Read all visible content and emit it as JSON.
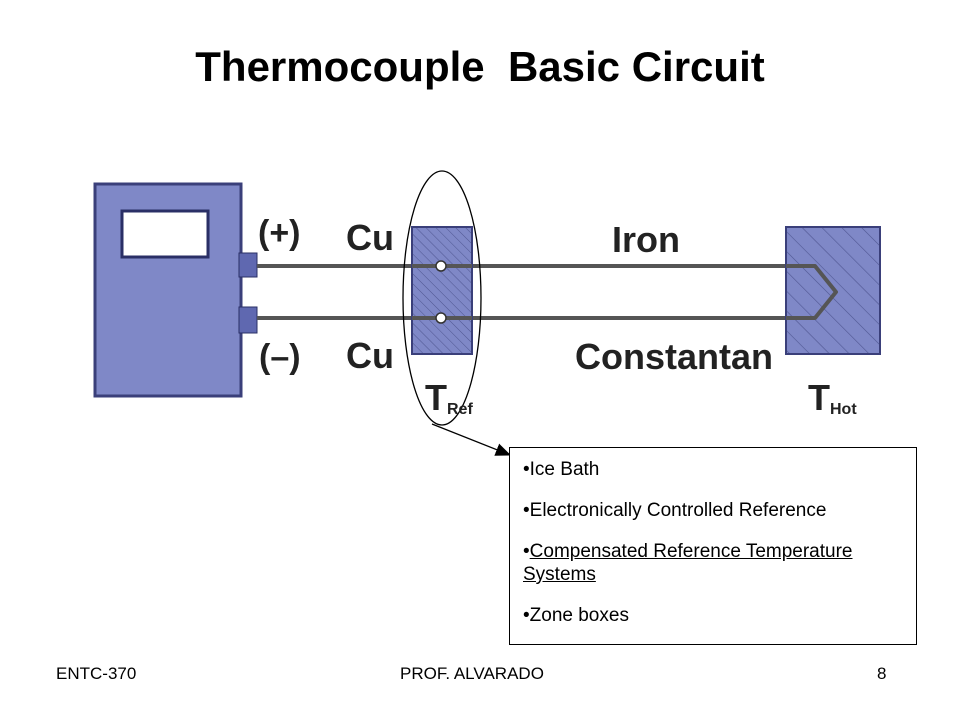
{
  "slide": {
    "title": "Thermocouple  Basic Circuit"
  },
  "diagram": {
    "labels": {
      "plus": "(+)",
      "minus": "(–)",
      "cu_top": "Cu",
      "cu_bottom": "Cu",
      "iron": "Iron",
      "constantan": "Constantan",
      "t_main": "T",
      "t_ref_sub": "Ref",
      "t_hot_sub": "Hot"
    },
    "colors": {
      "block_fill": "#7f88c7",
      "block_edge": "#3a3f7a",
      "wire": "#555555",
      "label": "#222222"
    }
  },
  "notes": {
    "items": [
      {
        "bullet": "•",
        "text": "Ice Bath"
      },
      {
        "bullet": "•",
        "text": "Electronically Controlled Reference"
      },
      {
        "bullet": "•",
        "text": "Compensated Reference Temperature Systems"
      },
      {
        "bullet": "•",
        "text": "Zone boxes"
      }
    ]
  },
  "footer": {
    "left": "ENTC-370",
    "center": "PROF. ALVARADO",
    "right": "8"
  }
}
